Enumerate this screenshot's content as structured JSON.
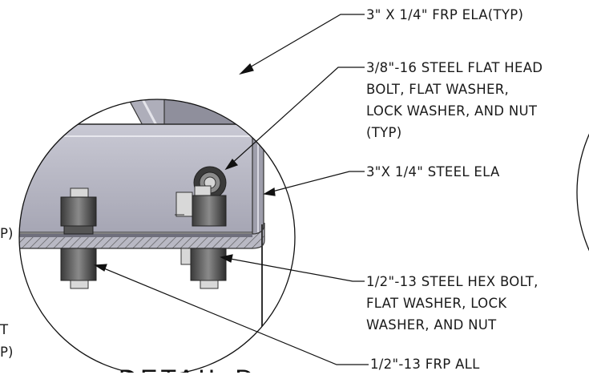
{
  "callouts": {
    "frp_angle": "3\" X 1/4\" FRP ELA(TYP)",
    "flat_head_bolt": [
      "3/8\"-16 STEEL FLAT HEAD",
      "BOLT, FLAT WASHER,",
      "LOCK WASHER, AND NUT",
      "(TYP)"
    ],
    "steel_angle": "3\"X 1/4\" STEEL ELA",
    "hex_bolt": [
      "1/2\"-13 STEEL HEX BOLT,",
      "FLAT WASHER, LOCK",
      "WASHER, AND NUT"
    ],
    "frp_all": "1/2\"-13 FRP ALL"
  },
  "left_fragments": {
    "line1": "P)",
    "line2": "T",
    "line3": "P)"
  },
  "detail_title": "DETAIL D"
}
